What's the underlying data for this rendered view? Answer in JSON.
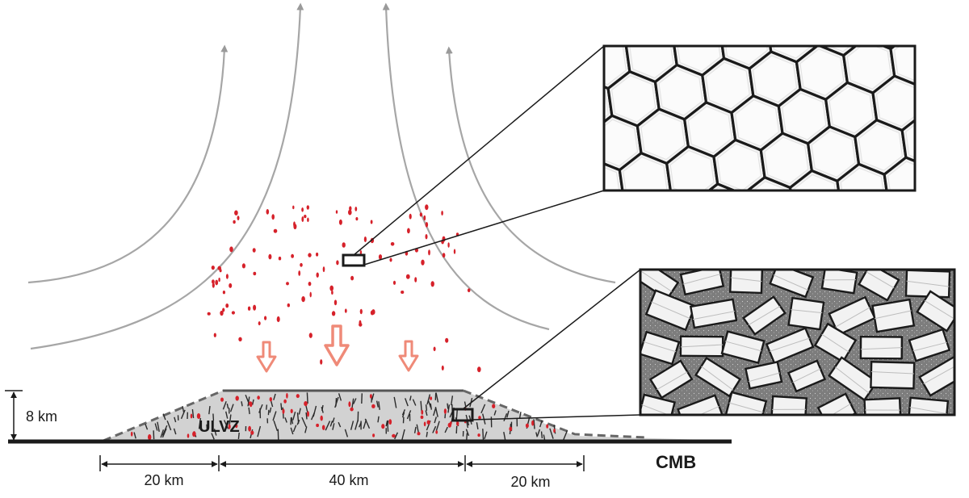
{
  "labels": {
    "ulvz": "ULVZ",
    "cmb": "CMB",
    "height": "8 km",
    "left_width": "20 km",
    "center_width": "40 km",
    "right_width": "20 km"
  },
  "colors": {
    "flow_lines": "#a6a6a6",
    "melt_drops": "#d6212a",
    "downward_arrows": "#ef8a78",
    "ulvz_fill": "#d2d2d2",
    "outline": "#1a1a1a",
    "grain_fill": "#f2f2f2",
    "melt_pocket": "#7d7d7d"
  },
  "icons": {
    "flow": "upward-flow-arrow-icon",
    "sinking": "downward-hollow-arrow-icon",
    "zoom_marker": "zoom-rectangle-icon"
  },
  "insets": [
    {
      "name": "inset-hexagonal-grains",
      "texture": "hexagonal grains"
    },
    {
      "name": "inset-fractured-grains",
      "texture": "fractured grains with melt"
    }
  ]
}
